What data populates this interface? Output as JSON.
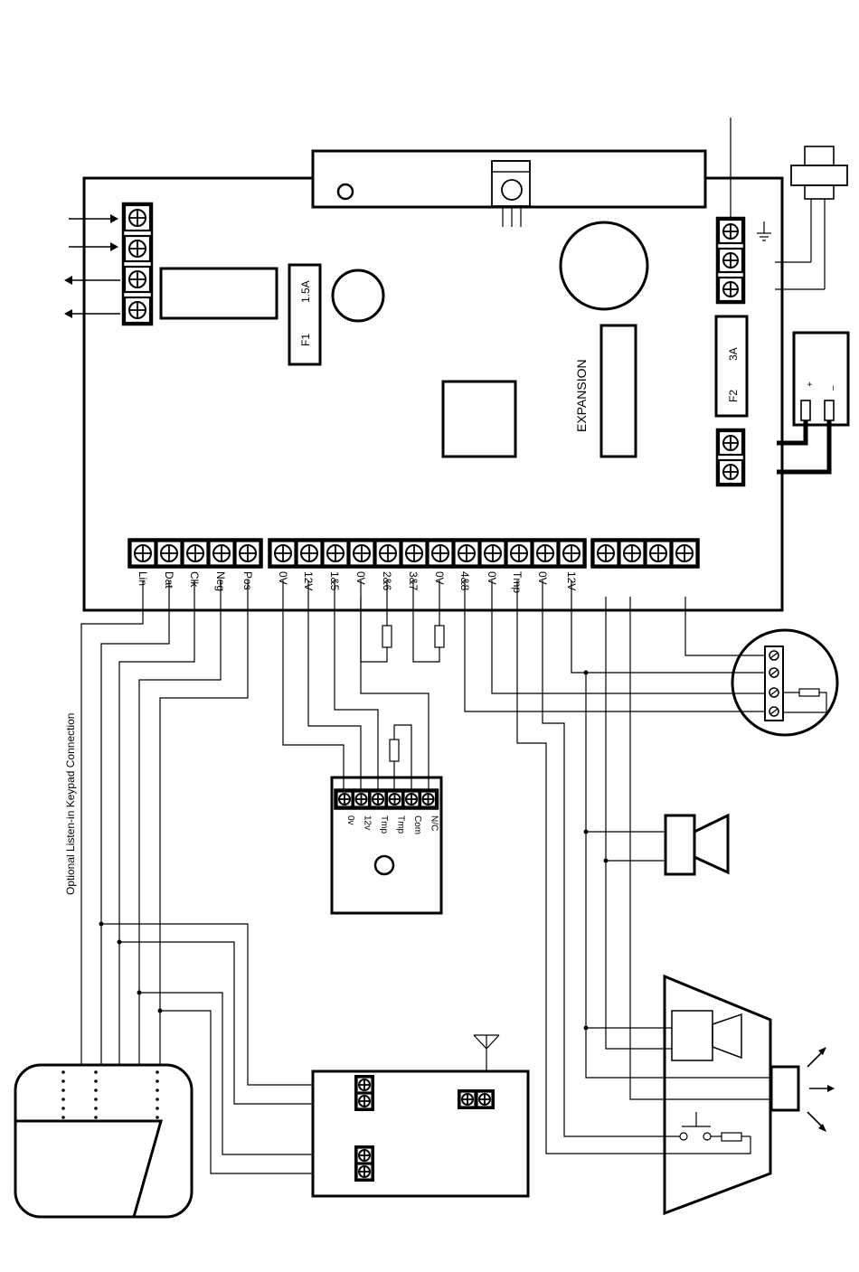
{
  "control_panel": {
    "terminal_labels": [
      "Lin",
      "Dat",
      "Clk",
      "Neg",
      "Pos",
      "0V",
      "12V",
      "1&5",
      "0V",
      "2&6",
      "3&7",
      "0V",
      "4&8",
      "0V",
      "Tmp",
      "0V",
      "12V"
    ],
    "fuse1": {
      "name": "F1",
      "rating": "1.5A"
    },
    "fuse2": {
      "name": "F2",
      "rating": "3A"
    },
    "expansion_label": "EXPANSION",
    "battery_plus": "+",
    "battery_minus": "–"
  },
  "detector": {
    "labels": [
      "0v",
      "12v",
      "Tmp",
      "Tmp",
      "Com",
      "N/C"
    ]
  },
  "keypad_note": "Optional Listen-in Keypad Connection",
  "icons": [
    "screw-terminal-icon",
    "earth-ground-icon",
    "arrow-icon",
    "antenna-icon",
    "loudspeaker-icon",
    "strobe-light-icon",
    "resistor-icon",
    "transformer-icon",
    "battery-icon"
  ]
}
